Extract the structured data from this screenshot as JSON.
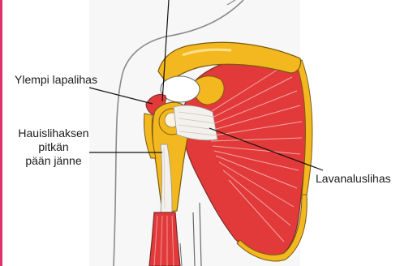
{
  "colors": {
    "accent_strip": "#e0306a",
    "muscle": "#e23a3a",
    "muscle_stripe": "#f4a0a0",
    "bone": "#f3b81f",
    "bone_light": "#ffd766",
    "tendon": "#f4f1ec",
    "outline": "#6a6a6a",
    "shadow_bg": "#f4f4f4"
  },
  "labels": {
    "supraspinatus": "Ylempi lapalihas",
    "biceps_line1": "Hauislihaksen",
    "biceps_line2": "pitkän",
    "biceps_line3": "pään jänne",
    "subscapularis": "Lavanaluslihas"
  }
}
